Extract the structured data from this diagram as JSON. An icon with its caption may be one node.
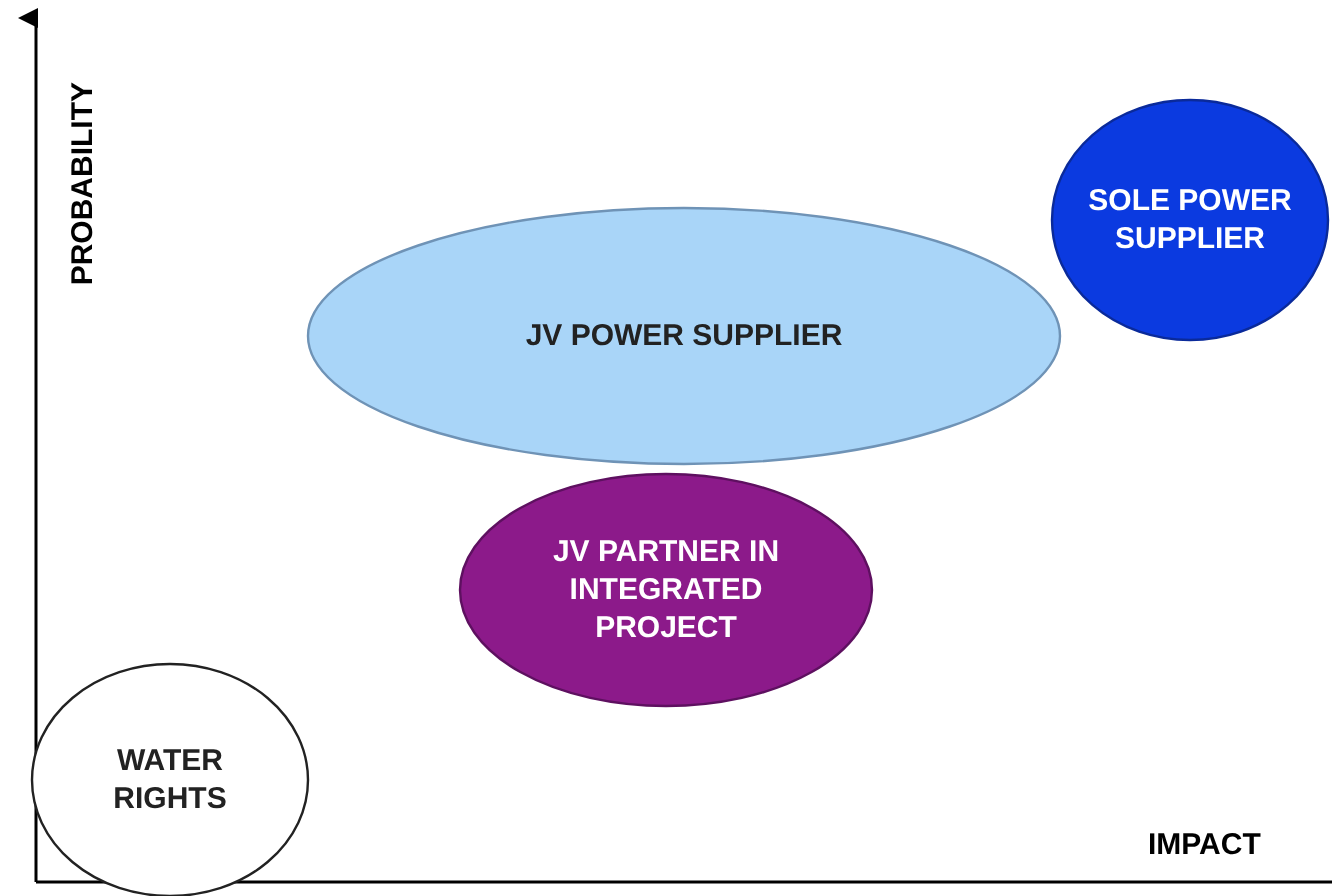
{
  "diagram": {
    "nodes": [
      {
        "text": [
          "SOLE POWER SUPPLIER"
        ]
      },
      {
        "text": [
          "JV POWER SUPPLIER"
        ]
      },
      {
        "text": [
          "JV PARTNER IN INTEGRATED PROJECT"
        ]
      },
      {
        "text": [
          "WATER RIGHTS"
        ]
      }
    ],
    "labels": [
      "PROBABILITY",
      "IMPACT"
    ]
  }
}
